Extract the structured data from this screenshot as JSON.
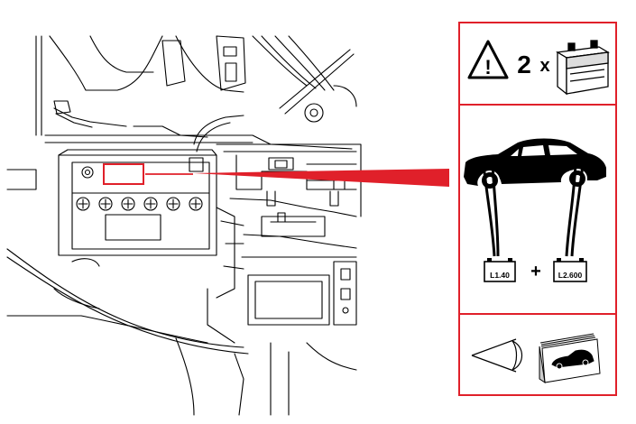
{
  "colors": {
    "highlight": "#e0202a",
    "line": "#000000",
    "background": "#ffffff"
  },
  "icons": [
    "warning-triangle-icon",
    "battery-icon",
    "car-icon",
    "eye-icon",
    "manual-booklet-icon"
  ],
  "label_panel": {
    "warning": {
      "exclamation": "!",
      "count": "2",
      "times": "x"
    },
    "jump_start": {
      "battery_left_label": "L1.40",
      "plus_sign": "+",
      "battery_right_label": "L2.600"
    }
  }
}
